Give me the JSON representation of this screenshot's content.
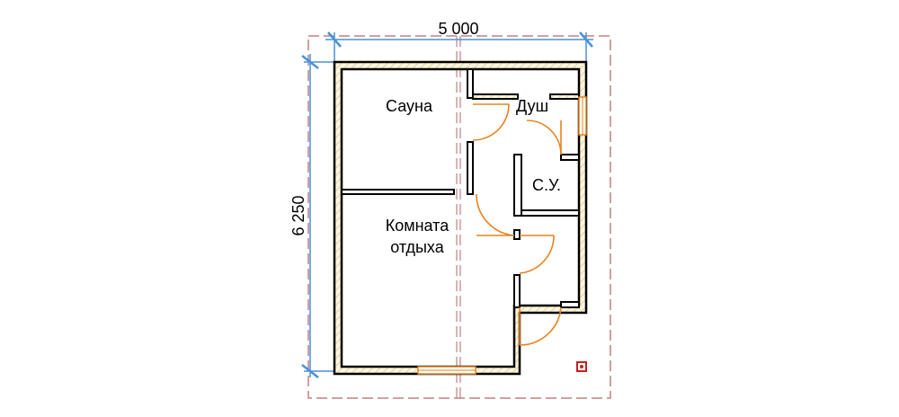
{
  "dimensions": {
    "width": "5 000",
    "height": "6 250"
  },
  "rooms": {
    "sauna": "Сауна",
    "shower": "Душ",
    "wc": "С.У.",
    "rest_line1": "Комната",
    "rest_line2": "отдыха"
  },
  "colors": {
    "wall": "#000000",
    "wall_fill": "#fbf5dc",
    "hatch": "#d8c98a",
    "door": "#e8821e",
    "window": "#e8821e",
    "dimension": "#4a90d9",
    "outline": "#c08080"
  }
}
